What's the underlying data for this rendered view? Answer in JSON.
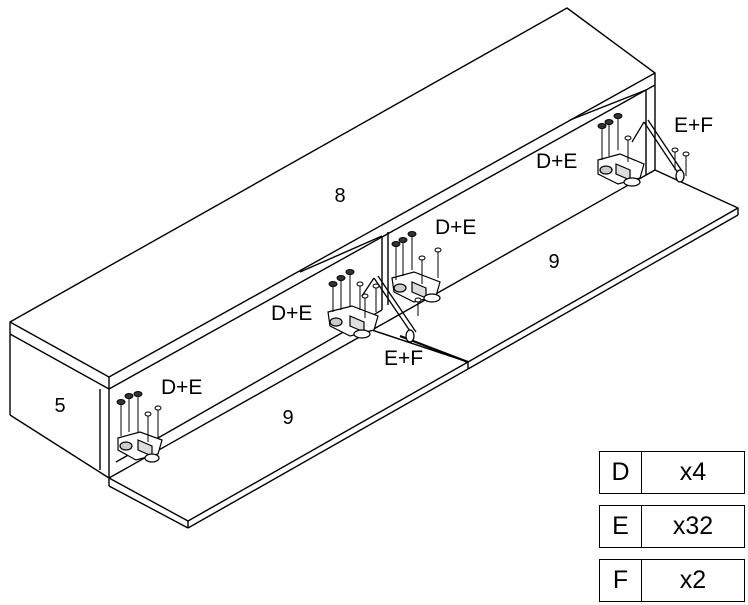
{
  "panel_labels": {
    "top": "8",
    "side": "5",
    "door_left": "9",
    "door_right": "9"
  },
  "callouts": {
    "left": "D+E",
    "center_lower": "D+E",
    "center_upper": "D+E",
    "right": "D+E",
    "stay_center": "E+F",
    "stay_right": "E+F"
  },
  "parts_list": [
    {
      "key": "D",
      "qty": "x4"
    },
    {
      "key": "E",
      "qty": "x32"
    },
    {
      "key": "F",
      "qty": "x2"
    }
  ],
  "colors": {
    "line": "#000000",
    "background": "#ffffff"
  }
}
